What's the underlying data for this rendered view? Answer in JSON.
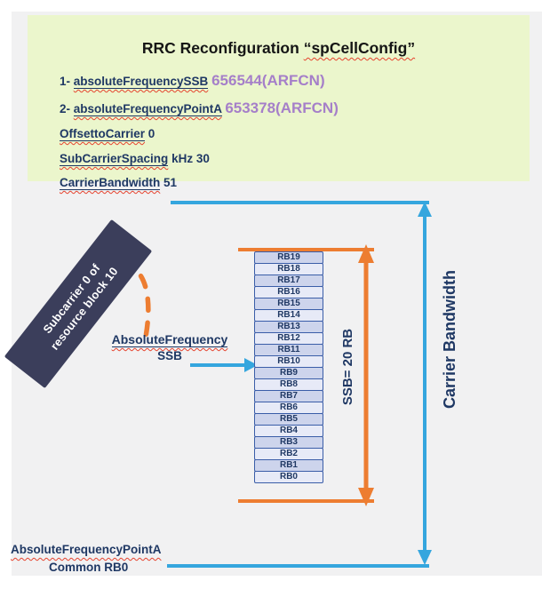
{
  "config_box": {
    "title_part1": "RRC Reconfiguration ",
    "title_part2": "“spCellConfig”",
    "items": [
      {
        "prefix": "1- ",
        "key": "absoluteFrequencySSB",
        "value": "656544(ARFCN)"
      },
      {
        "prefix": "2- ",
        "key": "absoluteFrequencyPointA",
        "value": "653378(ARFCN)"
      },
      {
        "key": "OffsettoCarrier",
        "value": "0"
      },
      {
        "key": "SubCarrierSpacing",
        "value": "kHz 30"
      },
      {
        "key": "CarrierBandwidth",
        "value": "51"
      }
    ]
  },
  "diagram": {
    "note_line1": "Subcarrier 0 of",
    "note_line2": "resource block 10",
    "ssb_pointer_line1": "AbsoluteFrequency",
    "ssb_pointer_line2": "SSB",
    "ssb_span_label": "SSB= 20 RB",
    "carrier_bandwidth_label": "Carrier Bandwidth",
    "pointa_line1": "AbsoluteFrequencyPointA",
    "pointa_line2": "Common RB0",
    "rb_labels": [
      "RB19",
      "RB18",
      "RB17",
      "RB16",
      "RB15",
      "RB14",
      "RB13",
      "RB12",
      "RB11",
      "RB10",
      "RB9",
      "RB8",
      "RB7",
      "RB6",
      "RB5",
      "RB4",
      "RB3",
      "RB2",
      "RB1",
      "RB0"
    ]
  },
  "colors": {
    "orange": "#ED7D31",
    "blue": "#35A6DE",
    "navy": "#1F3864",
    "purple": "#A57FC9",
    "notebg": "#3B3E5B",
    "boxbg": "#EBF6CC",
    "canvasbg": "#F1F1F2",
    "celldark": "#CDD4EC",
    "celllight": "#E7EAF7",
    "cellborder": "#3A5DA8",
    "wavyred": "#E5432E"
  }
}
